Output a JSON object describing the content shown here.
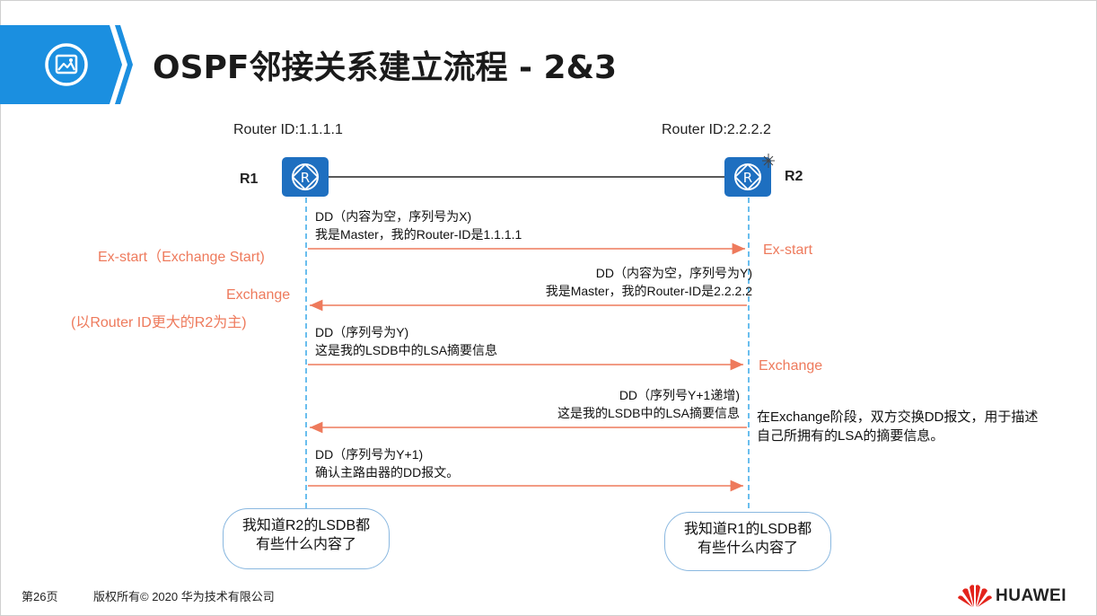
{
  "header": {
    "title": "OSPF邻接关系建立流程 - 2&3",
    "icon": "image-icon"
  },
  "routers": {
    "r1": {
      "id_label": "Router ID:1.1.1.1",
      "name": "R1"
    },
    "r2": {
      "id_label": "Router ID:2.2.2.2",
      "name": "R2"
    }
  },
  "messages": [
    {
      "line1": "DD（内容为空，序列号为X)",
      "line2": "我是Master，我的Router-ID是1.1.1.1",
      "direction": "R1→R2"
    },
    {
      "line1": "DD（内容为空，序列号为Y)",
      "line2": "我是Master，我的Router-ID是2.2.2.2",
      "direction": "R2→R1"
    },
    {
      "line1": "DD（序列号为Y)",
      "line2": "这是我的LSDB中的LSA摘要信息",
      "direction": "R1→R2"
    },
    {
      "line1": "DD（序列号Y+1递增)",
      "line2": "这是我的LSDB中的LSA摘要信息",
      "direction": "R2→R1"
    },
    {
      "line1": "DD（序列号为Y+1)",
      "line2": "确认主路由器的DD报文。",
      "direction": "R1→R2"
    }
  ],
  "states": {
    "r1_exstart": "Ex-start（Exchange Start)",
    "r2_exstart": "Ex-start",
    "r1_exchange": "Exchange",
    "r1_exchange_note": "(以Router ID更大的R2为主)",
    "r2_exchange": "Exchange"
  },
  "note": "在Exchange阶段，双方交换DD报文，用于描述自己所拥有的LSA的摘要信息。",
  "bubbles": {
    "r1": {
      "line1": "我知道R2的LSDB都",
      "line2": "有些什么内容了"
    },
    "r2": {
      "line1": "我知道R1的LSDB都",
      "line2": "有些什么内容了"
    }
  },
  "footer": {
    "page": "第26页",
    "copyright": "版权所有© 2020 华为技术有限公司",
    "brand": "HUAWEI"
  },
  "colors": {
    "accent_blue": "#1b8fe0",
    "arrow": "#ee7a5c",
    "router": "#1e6fc0",
    "brand_red": "#e3231b"
  }
}
